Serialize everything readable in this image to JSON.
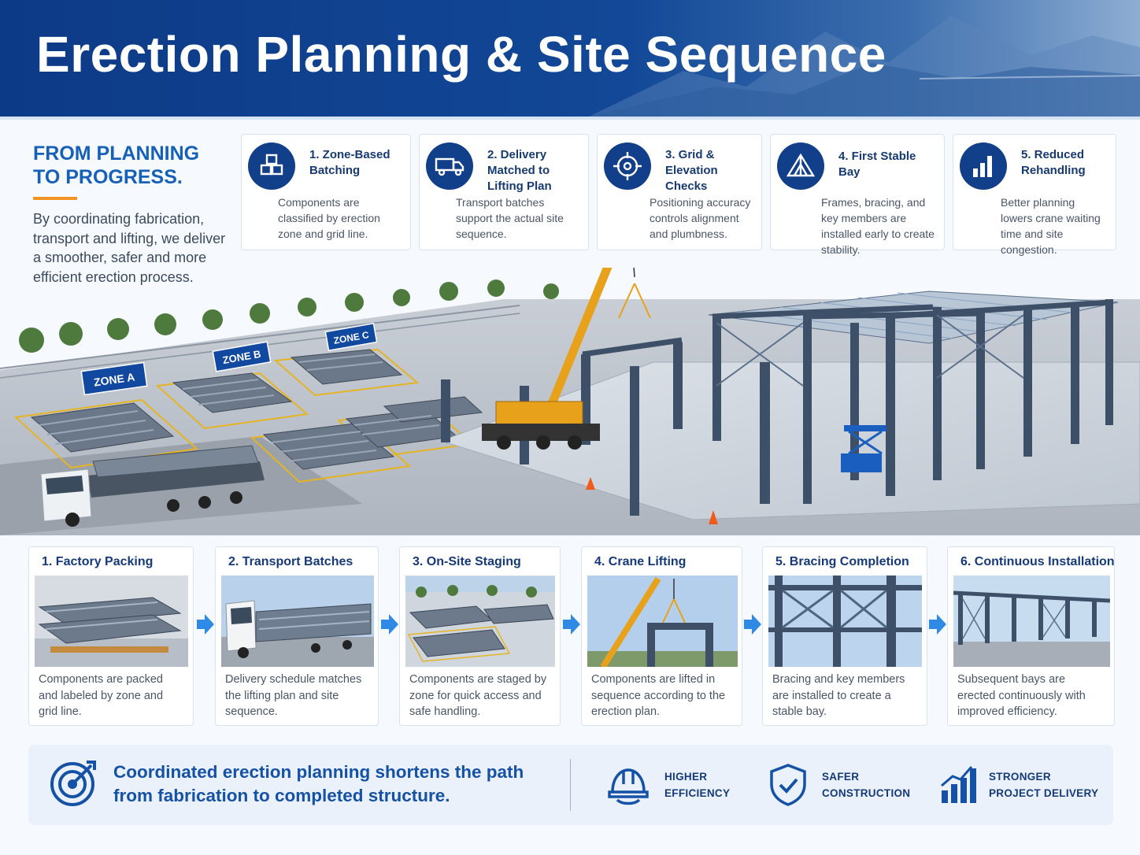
{
  "header": {
    "title": "Erection Planning & Site Sequence"
  },
  "intro": {
    "heading_line1": "FROM PLANNING",
    "heading_line2": "TO PROGRESS.",
    "body": "By coordinating fabrication, transport and lifting, we deliver a smoother, safer and more efficient erection process."
  },
  "top_cards": [
    {
      "title": "1. Zone-Based Batching",
      "desc": "Components are classified by erection zone and grid line.",
      "icon": "stacked-boxes-icon"
    },
    {
      "title": "2. Delivery Matched to Lifting Plan",
      "desc": "Transport batches support the actual site sequence.",
      "icon": "truck-icon"
    },
    {
      "title": "3. Grid & Elevation Checks",
      "desc": "Positioning accuracy controls alignment and plumbness.",
      "icon": "crosshair-icon"
    },
    {
      "title": "4. First Stable Bay",
      "desc": "Frames, bracing, and key members are installed early to create stability.",
      "icon": "truss-frame-icon"
    },
    {
      "title": "5. Reduced Rehandling",
      "desc": "Better planning lowers crane waiting time and site congestion.",
      "icon": "bar-chart-icon"
    }
  ],
  "scene": {
    "zone_a": "ZONE A",
    "zone_b": "ZONE B",
    "zone_c": "ZONE C"
  },
  "process": [
    {
      "title": "1.  Factory Packing",
      "desc": "Components are packed and labeled by zone and grid line."
    },
    {
      "title": "2.  Transport Batches",
      "desc": "Delivery schedule matches the lifting plan and site sequence."
    },
    {
      "title": "3.  On-Site Staging",
      "desc": "Components are staged by zone for quick access and safe handling."
    },
    {
      "title": "4.  Crane Lifting",
      "desc": "Components are lifted in sequence according to the erection plan."
    },
    {
      "title": "5.  Bracing Completion",
      "desc": "Bracing and key members are installed to create a stable bay."
    },
    {
      "title": "6.  Continuous Installation",
      "desc": "Subsequent bays are erected continuously with improved efficiency."
    }
  ],
  "banner": {
    "line1": "Coordinated erection planning shortens the path",
    "line2": "from fabrication to completed structure.",
    "benefits": [
      {
        "line1": "HIGHER",
        "line2": "EFFICIENCY",
        "icon": "hard-hat-icon"
      },
      {
        "line1": "SAFER",
        "line2": "CONSTRUCTION",
        "icon": "shield-check-icon"
      },
      {
        "line1": "STRONGER",
        "line2": "PROJECT DELIVERY",
        "icon": "growth-chart-icon"
      }
    ]
  },
  "colors": {
    "navy": "#123f8a",
    "accent_blue": "#1660b8",
    "orange": "#f29423",
    "steel": "#5f6f86"
  }
}
